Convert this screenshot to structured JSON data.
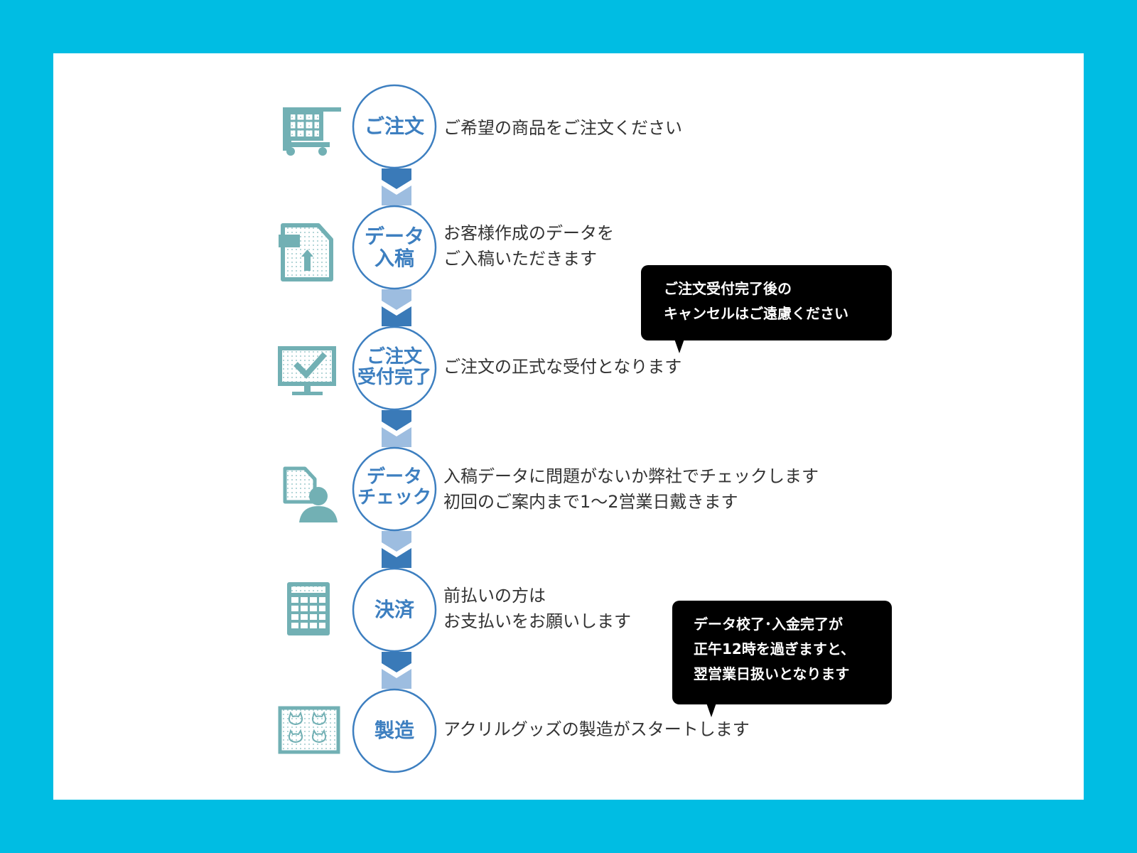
{
  "colors": {
    "frame": "#00bde3",
    "circle_border": "#3d7fc0",
    "circle_text": "#3d7fc0",
    "arrow_dark": "#3a7ab8",
    "arrow_light": "#9dbde0",
    "icon": "#72b0b4",
    "bubble": "#000000"
  },
  "steps": [
    {
      "label_lines": [
        "ご注文"
      ],
      "desc_lines": [
        "ご希望の商品をご注文ください"
      ],
      "icon": "shopping-cart-icon"
    },
    {
      "label_lines": [
        "データ",
        "入稿"
      ],
      "desc_lines": [
        "お客様作成のデータを",
        "ご入稿いただきます"
      ],
      "icon": "file-upload-icon"
    },
    {
      "label_lines": [
        "ご注文",
        "受付完了"
      ],
      "desc_lines": [
        "ご注文の正式な受付となります"
      ],
      "icon": "monitor-check-icon"
    },
    {
      "label_lines": [
        "データ",
        "チェック"
      ],
      "desc_lines": [
        "入稿データに問題がないか弊社でチェックします",
        "初回のご案内まで1～2営業日戴きます"
      ],
      "icon": "document-person-icon"
    },
    {
      "label_lines": [
        "決済"
      ],
      "desc_lines": [
        "前払いの方は",
        "お支払いをお願いします"
      ],
      "icon": "calculator-icon"
    },
    {
      "label_lines": [
        "製造"
      ],
      "desc_lines": [
        "アクリルグッズの製造がスタートします"
      ],
      "icon": "acrylic-goods-icon"
    }
  ],
  "notes": [
    {
      "lines": [
        "ご注文受付完了後の",
        "キャンセルはご遠慮ください"
      ]
    },
    {
      "lines": [
        "データ校了･入金完了が",
        "正午12時を過ぎますと、",
        "翌営業日扱いとなります"
      ]
    }
  ]
}
